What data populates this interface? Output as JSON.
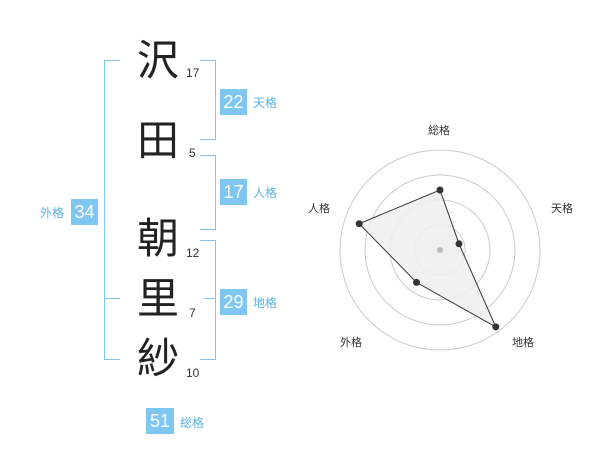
{
  "name": {
    "chars": [
      {
        "char": "沢",
        "strokes": "17"
      },
      {
        "char": "田",
        "strokes": "5"
      },
      {
        "char": "朝",
        "strokes": "12"
      },
      {
        "char": "里",
        "strokes": "7"
      },
      {
        "char": "紗",
        "strokes": "10"
      }
    ]
  },
  "fortunes": {
    "tenkaku": {
      "value": "22",
      "label": "天格"
    },
    "jinkaku": {
      "value": "17",
      "label": "人格"
    },
    "chikaku": {
      "value": "29",
      "label": "地格"
    },
    "gaikaku": {
      "value": "34",
      "label": "外格"
    },
    "soukaku": {
      "value": "51",
      "label": "総格"
    }
  },
  "chart_data": {
    "type": "radar",
    "axes": [
      "総格",
      "天格",
      "地格",
      "外格",
      "人格"
    ],
    "values": [
      0.6,
      0.2,
      0.95,
      0.4,
      0.85
    ],
    "rings": 4,
    "colors": {
      "fill": "#eeeeee",
      "stroke": "#333333",
      "ring": "#cccccc",
      "accent": "#7fc7f2"
    }
  }
}
